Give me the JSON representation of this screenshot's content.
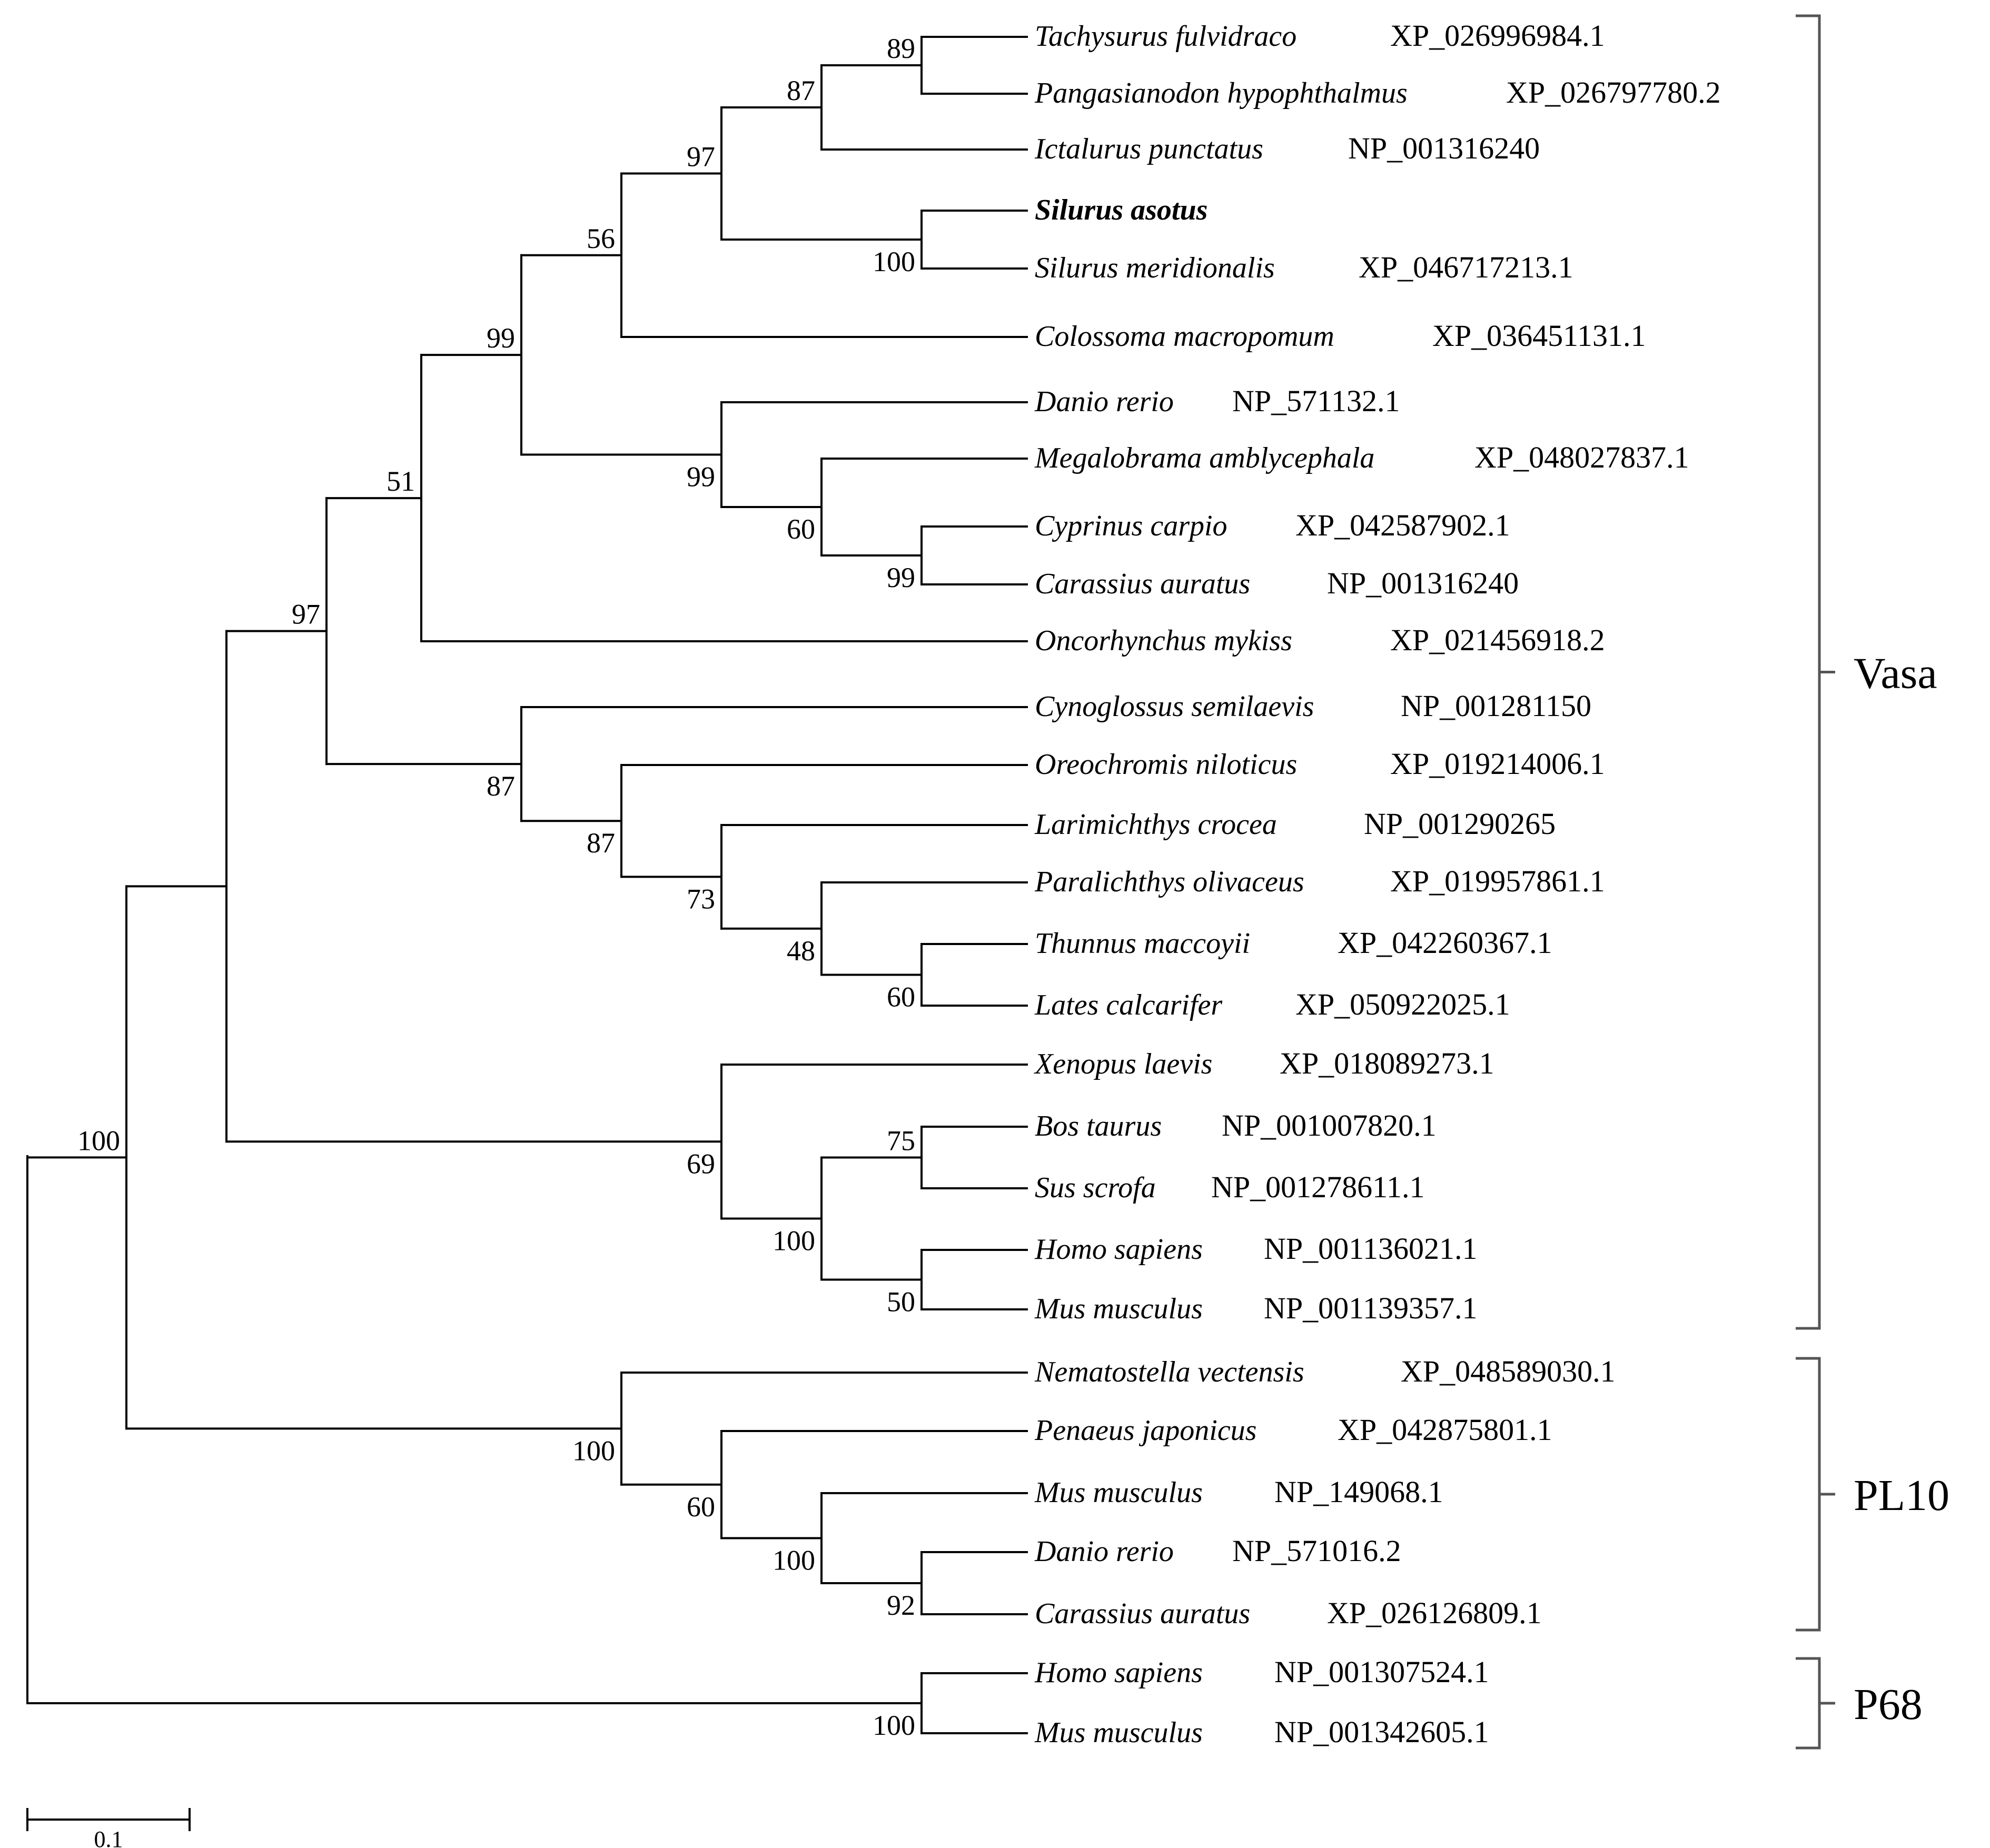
{
  "taxa": [
    {
      "species": "Tachysurus fulvidraco",
      "accession": "XP_026996984.1"
    },
    {
      "species": "Pangasianodon hypophthalmus",
      "accession": "XP_026797780.2"
    },
    {
      "species": "Ictalurus punctatus",
      "accession": "NP_001316240"
    },
    {
      "species": "Silurus asotus",
      "accession": "",
      "bold": true
    },
    {
      "species": "Silurus meridionalis",
      "accession": "XP_046717213.1"
    },
    {
      "species": "Colossoma macropomum",
      "accession": "XP_036451131.1"
    },
    {
      "species": "Danio rerio",
      "accession": "NP_571132.1"
    },
    {
      "species": "Megalobrama amblycephala",
      "accession": "XP_048027837.1"
    },
    {
      "species": "Cyprinus carpio",
      "accession": "XP_042587902.1"
    },
    {
      "species": "Carassius auratus",
      "accession": "NP_001316240"
    },
    {
      "species": "Oncorhynchus mykiss",
      "accession": "XP_021456918.2"
    },
    {
      "species": "Cynoglossus semilaevis",
      "accession": "NP_001281150"
    },
    {
      "species": "Oreochromis niloticus",
      "accession": "XP_019214006.1"
    },
    {
      "species": "Larimichthys crocea",
      "accession": "NP_001290265"
    },
    {
      "species": "Paralichthys olivaceus",
      "accession": "XP_019957861.1"
    },
    {
      "species": "Thunnus maccoyii",
      "accession": "XP_042260367.1"
    },
    {
      "species": "Lates calcarifer",
      "accession": "XP_050922025.1"
    },
    {
      "species": "Xenopus laevis",
      "accession": "XP_018089273.1"
    },
    {
      "species": "Bos taurus",
      "accession": "NP_001007820.1"
    },
    {
      "species": "Sus scrofa",
      "accession": "NP_001278611.1"
    },
    {
      "species": "Homo sapiens",
      "accession": "NP_001136021.1"
    },
    {
      "species": "Mus musculus",
      "accession": "NP_001139357.1"
    },
    {
      "species": "Nematostella vectensis",
      "accession": "XP_048589030.1"
    },
    {
      "species": "Penaeus japonicus",
      "accession": "XP_042875801.1"
    },
    {
      "species": "Mus musculus",
      "accession": "NP_149068.1"
    },
    {
      "species": "Danio rerio",
      "accession": "NP_571016.2"
    },
    {
      "species": "Carassius auratus",
      "accession": "XP_026126809.1"
    },
    {
      "species": "Homo sapiens",
      "accession": "NP_001307524.1"
    },
    {
      "species": "Mus musculus",
      "accession": "NP_001342605.1"
    }
  ],
  "bootstrap_values": [
    "89",
    "87",
    "97",
    "100",
    "56",
    "99",
    "99",
    "60",
    "99",
    "51",
    "97",
    "87",
    "87",
    "73",
    "48",
    "60",
    "100",
    "69",
    "75",
    "100",
    "50",
    "100",
    "60",
    "100",
    "92",
    "100"
  ],
  "clades": [
    {
      "label": "Vasa",
      "members": 22
    },
    {
      "label": "PL10",
      "members": 5
    },
    {
      "label": "P68",
      "members": 2
    }
  ],
  "scale_bar": {
    "label": "0.1",
    "value": 0.1
  },
  "colors": {
    "lines": "#000000",
    "clade_brackets": "#555555",
    "background": "#ffffff"
  }
}
